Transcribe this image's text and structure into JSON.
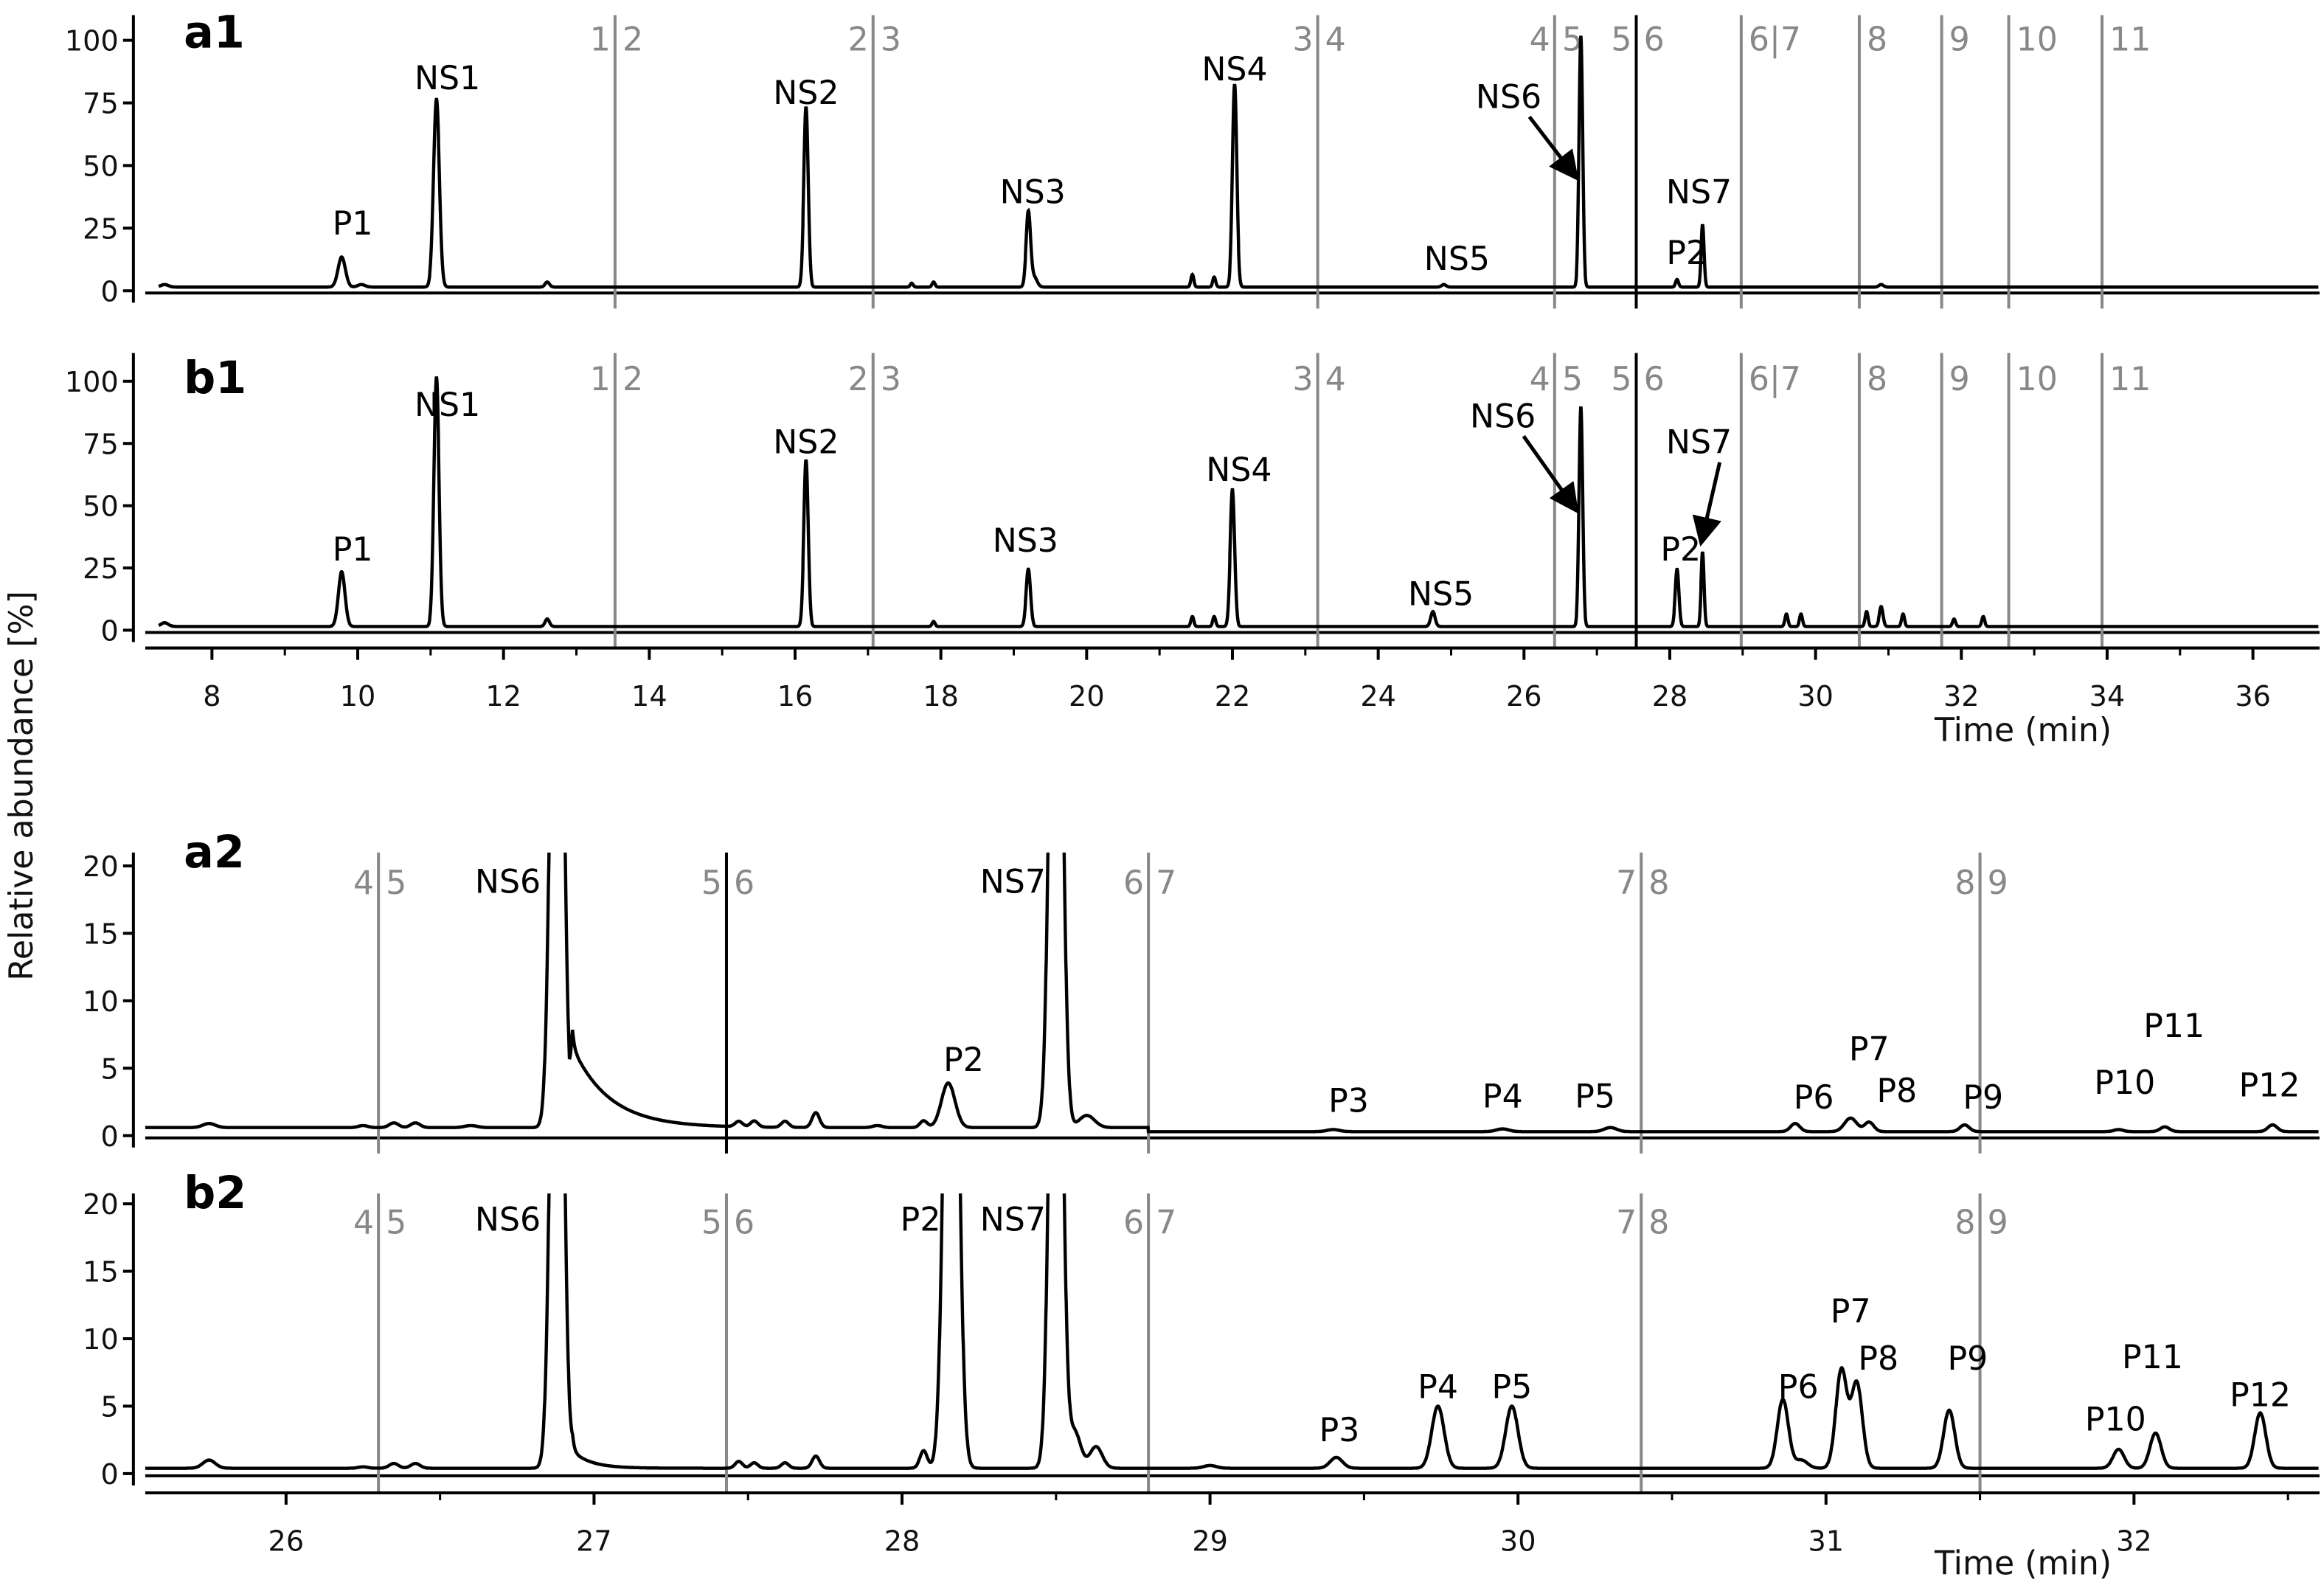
{
  "chart_data": {
    "type": "line",
    "ylabel": "Relative abundance [%]",
    "xlabel": "Time (min)",
    "colors": {
      "trace": "#000000",
      "boundary": "#888888",
      "boundary_dark": "#000000"
    },
    "groups": [
      {
        "xlim": [
          7.27,
          36.9
        ],
        "xticks": [
          "8",
          "10",
          "12",
          "14",
          "16",
          "18",
          "20",
          "22",
          "24",
          "26",
          "28",
          "30",
          "32",
          "34",
          "36"
        ],
        "xlabel": "Time (min)",
        "boundaries": [
          {
            "t": 13.53,
            "left": "1",
            "right": "2"
          },
          {
            "t": 17.07,
            "left": "2",
            "right": "3"
          },
          {
            "t": 23.17,
            "left": "3",
            "right": "4"
          },
          {
            "t": 26.42,
            "left": "4",
            "right": "5"
          },
          {
            "t": 27.54,
            "left": "5",
            "right": "6",
            "dark": true
          },
          {
            "t": 28.98,
            "left": "",
            "right": "6|7"
          },
          {
            "t": 30.6,
            "left": "",
            "right": "8"
          },
          {
            "t": 31.73,
            "left": "",
            "right": "9"
          },
          {
            "t": 32.65,
            "left": "",
            "right": "10"
          },
          {
            "t": 33.93,
            "left": "",
            "right": "11"
          }
        ],
        "panels": [
          {
            "id": "a1",
            "ylim": [
              0,
              110
            ],
            "yticks": [
              "0",
              "25",
              "50",
              "75",
              "100"
            ],
            "baseline": 1.5,
            "peaks": [
              [
                7.35,
                1,
                0.05
              ],
              [
                9.78,
                12,
                0.05
              ],
              [
                10.05,
                1,
                0.05
              ],
              [
                11.08,
                75,
                0.04
              ],
              [
                12.6,
                2,
                0.03
              ],
              [
                16.15,
                72,
                0.03
              ],
              [
                17.6,
                1.5,
                0.02
              ],
              [
                17.9,
                2,
                0.02
              ],
              [
                19.2,
                30,
                0.03
              ],
              [
                19.28,
                4,
                0.04
              ],
              [
                21.45,
                5,
                0.02
              ],
              [
                21.75,
                4,
                0.02
              ],
              [
                22.03,
                81,
                0.03
              ],
              [
                24.9,
                1,
                0.03
              ],
              [
                26.78,
                100,
                0.025
              ],
              [
                28.1,
                3,
                0.02
              ],
              [
                28.45,
                25,
                0.02
              ],
              [
                30.9,
                1,
                0.03
              ]
            ],
            "labels": [
              {
                "text": "P1",
                "t": 9.93,
                "y": 22.5
              },
              {
                "text": "NS1",
                "t": 11.23,
                "y": 80.5
              },
              {
                "text": "NS2",
                "t": 16.15,
                "y": 74.5
              },
              {
                "text": "NS3",
                "t": 19.26,
                "y": 35
              },
              {
                "text": "NS4",
                "t": 22.03,
                "y": 84
              },
              {
                "text": "NS5",
                "t": 25.08,
                "y": 8.3
              },
              {
                "text": "NS6",
                "t": 25.79,
                "y": 73,
                "arrow_to": [
                  26.72,
                  45
                ]
              },
              {
                "text": "NS7",
                "t": 28.4,
                "y": 35
              },
              {
                "text": "P2",
                "t": 28.23,
                "y": 10.7
              }
            ]
          },
          {
            "id": "b1",
            "ylim": [
              0,
              110
            ],
            "yticks": [
              "0",
              "25",
              "50",
              "75",
              "100"
            ],
            "baseline": 1.5,
            "peaks": [
              [
                7.35,
                1.5,
                0.05
              ],
              [
                9.78,
                22,
                0.045
              ],
              [
                11.08,
                100,
                0.035
              ],
              [
                12.6,
                3,
                0.03
              ],
              [
                16.15,
                67,
                0.03
              ],
              [
                17.9,
                2,
                0.02
              ],
              [
                19.2,
                23,
                0.03
              ],
              [
                21.45,
                4,
                0.02
              ],
              [
                21.75,
                4,
                0.02
              ],
              [
                22.0,
                55,
                0.03
              ],
              [
                24.75,
                6,
                0.03
              ],
              [
                26.78,
                88,
                0.025
              ],
              [
                28.1,
                23,
                0.025
              ],
              [
                28.45,
                30,
                0.02
              ],
              [
                29.6,
                5,
                0.02
              ],
              [
                29.8,
                5,
                0.02
              ],
              [
                30.7,
                6,
                0.02
              ],
              [
                30.9,
                8,
                0.025
              ],
              [
                31.2,
                5,
                0.02
              ],
              [
                31.9,
                3,
                0.02
              ],
              [
                32.3,
                4,
                0.02
              ]
            ],
            "labels": [
              {
                "text": "P1",
                "t": 9.93,
                "y": 28
              },
              {
                "text": "NS1",
                "t": 11.23,
                "y": 86
              },
              {
                "text": "NS2",
                "t": 16.15,
                "y": 71
              },
              {
                "text": "NS3",
                "t": 19.16,
                "y": 31.5
              },
              {
                "text": "NS4",
                "t": 22.09,
                "y": 60
              },
              {
                "text": "NS5",
                "t": 24.86,
                "y": 10
              },
              {
                "text": "NS6",
                "t": 25.71,
                "y": 81.5,
                "arrow_to": [
                  26.72,
                  48
                ]
              },
              {
                "text": "NS7",
                "t": 28.4,
                "y": 71,
                "arrow_to": [
                  28.43,
                  35
                ]
              },
              {
                "text": "P2",
                "t": 28.15,
                "y": 28
              }
            ]
          }
        ]
      },
      {
        "xlim": [
          25.54,
          32.6
        ],
        "xticks": [
          "26",
          "27",
          "28",
          "29",
          "30",
          "31",
          "32"
        ],
        "xlabel": "Time (min)",
        "boundaries": [
          {
            "t": 26.3,
            "left": "4",
            "right": "5"
          },
          {
            "t": 27.43,
            "left": "5",
            "right": "6",
            "dark_in": [
              "a2"
            ]
          },
          {
            "t": 28.8,
            "left": "6",
            "right": "7"
          },
          {
            "t": 30.4,
            "left": "7",
            "right": "8"
          },
          {
            "t": 31.5,
            "left": "8",
            "right": "9"
          }
        ],
        "panels": [
          {
            "id": "a2",
            "ylim": [
              0,
              21
            ],
            "yticks": [
              "0",
              "5",
              "10",
              "15",
              "20"
            ],
            "baseline": 0.6,
            "peaks": [
              [
                25.75,
                0.3,
                0.02
              ],
              [
                26.25,
                0.15,
                0.015
              ],
              [
                26.35,
                0.35,
                0.015
              ],
              [
                26.42,
                0.35,
                0.015
              ],
              [
                26.6,
                0.15,
                0.02
              ],
              [
                26.88,
                60,
                0.018
              ],
              [
                27.47,
                0.4,
                0.012
              ],
              [
                27.52,
                0.45,
                0.012
              ],
              [
                27.62,
                0.45,
                0.012
              ],
              [
                27.72,
                1.1,
                0.012
              ],
              [
                27.92,
                0.15,
                0.015
              ],
              [
                28.07,
                0.5,
                0.012
              ],
              [
                28.15,
                3.3,
                0.022
              ],
              [
                28.5,
                60,
                0.018
              ],
              [
                28.6,
                0.9,
                0.025
              ],
              [
                29.4,
                0.15,
                0.02
              ],
              [
                29.95,
                0.2,
                0.02
              ],
              [
                30.3,
                0.3,
                0.02
              ],
              [
                30.9,
                0.6,
                0.015
              ],
              [
                31.08,
                1.0,
                0.02
              ],
              [
                31.14,
                0.7,
                0.015
              ],
              [
                31.45,
                0.5,
                0.015
              ],
              [
                31.95,
                0.15,
                0.015
              ],
              [
                32.1,
                0.35,
                0.015
              ],
              [
                32.45,
                0.5,
                0.015
              ]
            ],
            "tails": [
              [
                26.92,
                6.5,
                0.12
              ]
            ],
            "labels": [
              {
                "text": "NS6",
                "t": 26.72,
                "y": 18
              },
              {
                "text": "NS7",
                "t": 28.36,
                "y": 18
              },
              {
                "text": "P2",
                "t": 28.2,
                "y": 4.8
              },
              {
                "text": "P3",
                "t": 29.45,
                "y": 1.76
              },
              {
                "text": "P4",
                "t": 29.95,
                "y": 2.1
              },
              {
                "text": "P5",
                "t": 30.25,
                "y": 2.1
              },
              {
                "text": "P6",
                "t": 30.96,
                "y": 2.0
              },
              {
                "text": "P7",
                "t": 31.14,
                "y": 5.6
              },
              {
                "text": "P8",
                "t": 31.23,
                "y": 2.5
              },
              {
                "text": "P9",
                "t": 31.51,
                "y": 2.0
              },
              {
                "text": "P10",
                "t": 31.97,
                "y": 3.1
              },
              {
                "text": "P11",
                "t": 32.13,
                "y": 7.3
              },
              {
                "text": "P12",
                "t": 32.44,
                "y": 2.9
              }
            ]
          },
          {
            "id": "b2",
            "ylim": [
              0,
              21
            ],
            "yticks": [
              "0",
              "5",
              "10",
              "15",
              "20"
            ],
            "baseline": 0.4,
            "peaks": [
              [
                25.75,
                0.6,
                0.02
              ],
              [
                26.25,
                0.1,
                0.015
              ],
              [
                26.35,
                0.35,
                0.015
              ],
              [
                26.42,
                0.35,
                0.015
              ],
              [
                26.88,
                60,
                0.018
              ],
              [
                27.47,
                0.5,
                0.012
              ],
              [
                27.52,
                0.4,
                0.012
              ],
              [
                27.62,
                0.4,
                0.012
              ],
              [
                27.72,
                0.9,
                0.012
              ],
              [
                28.07,
                1.3,
                0.012
              ],
              [
                28.16,
                60,
                0.02
              ],
              [
                28.5,
                60,
                0.018
              ],
              [
                28.56,
                2.7,
                0.02
              ],
              [
                28.63,
                1.6,
                0.02
              ],
              [
                29.0,
                0.2,
                0.02
              ],
              [
                29.41,
                0.8,
                0.02
              ],
              [
                29.74,
                4.6,
                0.02
              ],
              [
                29.98,
                4.6,
                0.02
              ],
              [
                30.86,
                5.1,
                0.018
              ],
              [
                30.92,
                0.6,
                0.02
              ],
              [
                31.05,
                7.3,
                0.018
              ],
              [
                31.1,
                6.3,
                0.018
              ],
              [
                31.4,
                4.3,
                0.018
              ],
              [
                31.95,
                1.4,
                0.018
              ],
              [
                32.07,
                2.6,
                0.018
              ],
              [
                32.41,
                4.1,
                0.018
              ]
            ],
            "tails": [
              [
                26.92,
                1.5,
                0.06
              ]
            ],
            "labels": [
              {
                "text": "NS6",
                "t": 26.72,
                "y": 18
              },
              {
                "text": "P2",
                "t": 28.06,
                "y": 18
              },
              {
                "text": "NS7",
                "t": 28.36,
                "y": 18
              },
              {
                "text": "P3",
                "t": 29.42,
                "y": 2.4
              },
              {
                "text": "P4",
                "t": 29.74,
                "y": 5.6
              },
              {
                "text": "P5",
                "t": 29.98,
                "y": 5.6
              },
              {
                "text": "P6",
                "t": 30.91,
                "y": 5.6
              },
              {
                "text": "P7",
                "t": 31.08,
                "y": 11.2
              },
              {
                "text": "P8",
                "t": 31.17,
                "y": 7.7
              },
              {
                "text": "P9",
                "t": 31.46,
                "y": 7.7
              },
              {
                "text": "P10",
                "t": 31.94,
                "y": 3.2
              },
              {
                "text": "P11",
                "t": 32.06,
                "y": 7.8
              },
              {
                "text": "P12",
                "t": 32.41,
                "y": 5
              }
            ]
          }
        ]
      }
    ]
  }
}
